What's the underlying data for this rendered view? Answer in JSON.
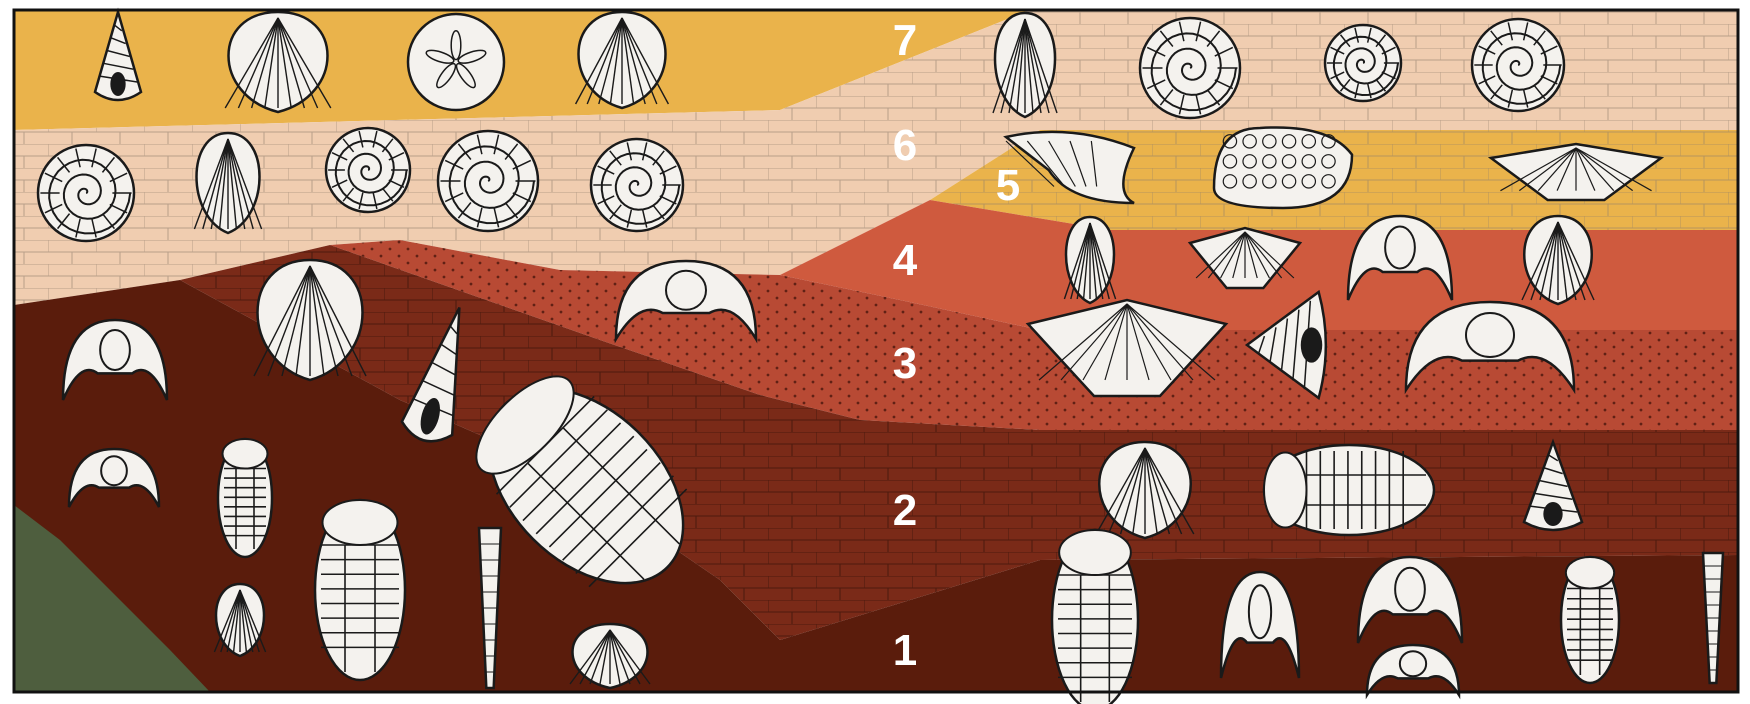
{
  "layers": [
    {
      "number": "1",
      "color": "#5a1c0c"
    },
    {
      "number": "2",
      "color": "#7a2a18"
    },
    {
      "number": "3",
      "color": "#b84a34"
    },
    {
      "number": "4",
      "color": "#cf5a3e"
    },
    {
      "number": "5",
      "color": "#eab34b"
    },
    {
      "number": "6",
      "color": "#f0cdb0"
    },
    {
      "number": "7",
      "color": "#eab34b"
    }
  ],
  "basement_color": "#4e5e3e",
  "frame_color": "#111111",
  "fossil_color": "#f4f2ee",
  "fossil_line_color": "#1a1a1a"
}
